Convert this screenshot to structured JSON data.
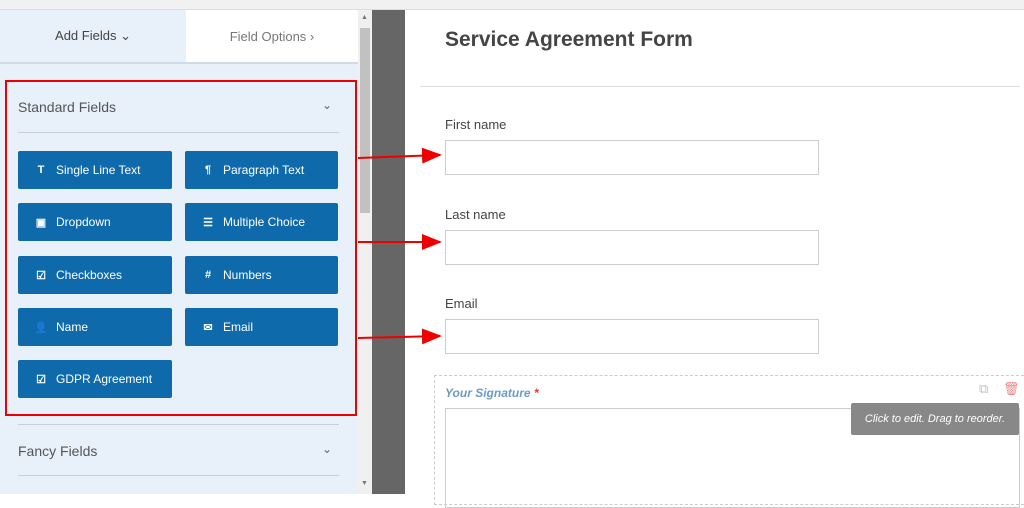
{
  "tabs": {
    "add_fields": "Add Fields ⌄",
    "field_options": "Field Options ›"
  },
  "standard": {
    "title": "Standard Fields",
    "buttons": [
      {
        "label": "Single Line Text",
        "icon": "T"
      },
      {
        "label": "Paragraph Text",
        "icon": "¶"
      },
      {
        "label": "Dropdown",
        "icon": "▣"
      },
      {
        "label": "Multiple Choice",
        "icon": "☰"
      },
      {
        "label": "Checkboxes",
        "icon": "☑"
      },
      {
        "label": "Numbers",
        "icon": "#"
      },
      {
        "label": "Name",
        "icon": "👤"
      },
      {
        "label": "Email",
        "icon": "✉"
      },
      {
        "label": "GDPR Agreement",
        "icon": "☑"
      }
    ]
  },
  "fancy": {
    "title": "Fancy Fields"
  },
  "form": {
    "title": "Service Agreement Form",
    "fields": [
      "First name",
      "Last name",
      "Email"
    ],
    "signature_label": "Your Signature",
    "required": "*",
    "tooltip": "Click to edit. Drag to reorder."
  },
  "colors": {
    "button": "#0e6aab",
    "highlight": "#e00000"
  }
}
